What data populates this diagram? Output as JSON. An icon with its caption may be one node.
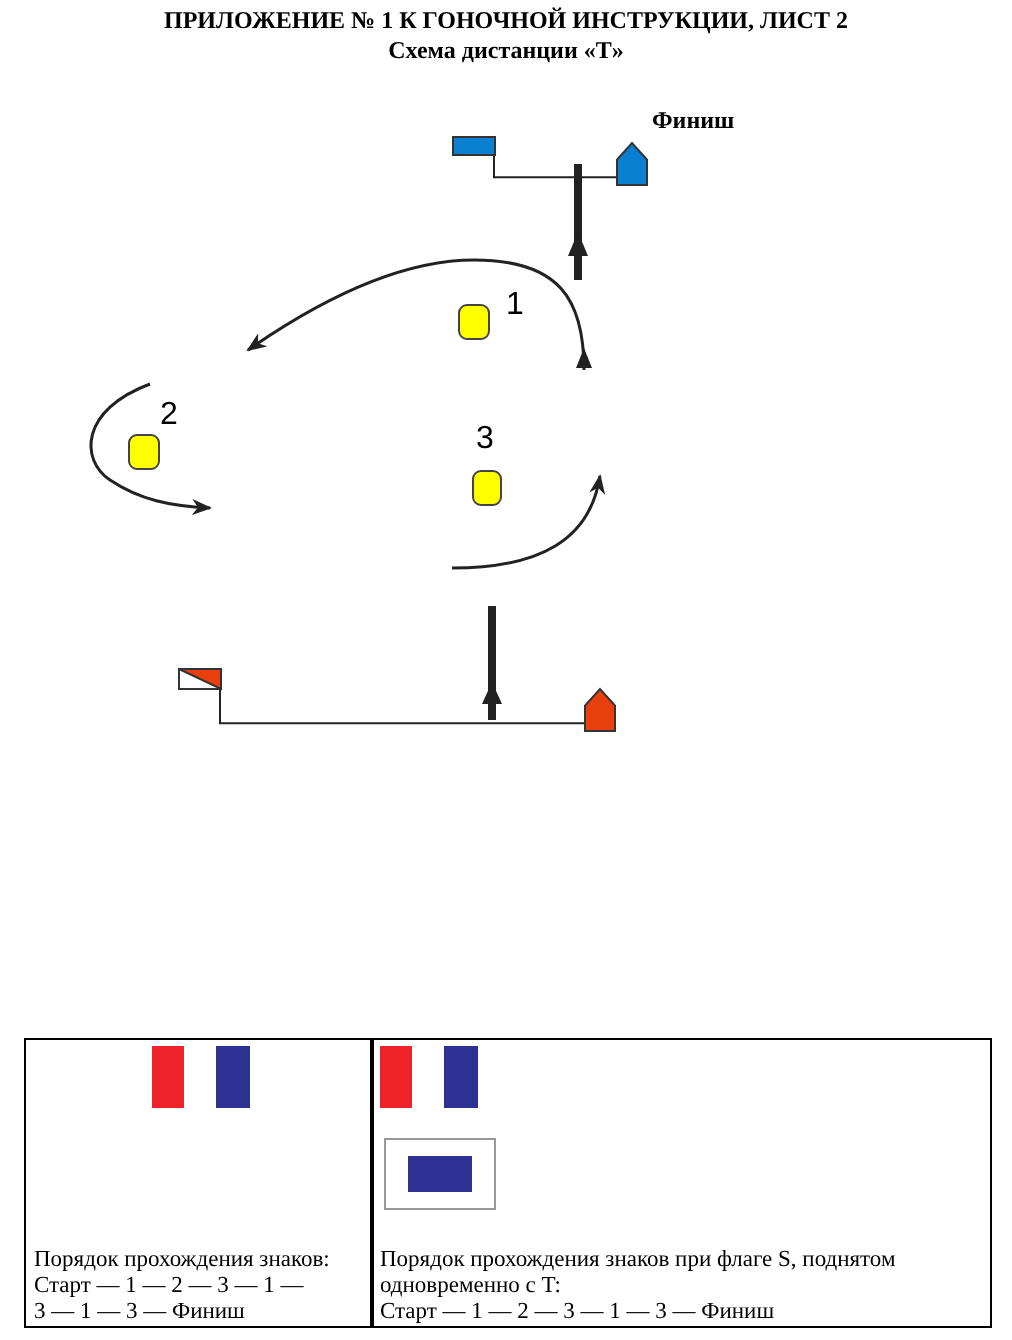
{
  "diagram": {
    "title": "ПРИЛОЖЕНИЕ № 1 К ГОНОЧНОЙ ИНСТРУКЦИИ, ЛИСТ 2",
    "nodes": [
      {
        "text": [],
        "shape": "flag"
      },
      {
        "text": [],
        "shape": "boat",
        "beside": [
          "Финиш"
        ]
      },
      {
        "text": [],
        "shape": "buoy",
        "beside": [
          "1"
        ]
      },
      {
        "text": [],
        "shape": "buoy",
        "beside": [
          "2"
        ]
      },
      {
        "text": [],
        "shape": "buoy",
        "beside": [
          "3"
        ]
      },
      {
        "text": [],
        "shape": "flag"
      },
      {
        "text": [],
        "shape": "boat"
      }
    ],
    "edges": [
      {
        "from": 0,
        "to": 1,
        "arrow": "none"
      },
      {
        "from": 5,
        "to": 6,
        "arrow": "none"
      }
    ],
    "labels": [
      "Схема дистанции «T»",
      "Порядок прохождения знаков:",
      "Старт — 1 — 2 — 3 — 1 — 3 — 1 — 3 — Финиш",
      "Порядок прохождения знаков при флаге S, поднятом одновременно с T:",
      "Старт — 1 — 2 — 3 — 1 — 3 — Финиш"
    ]
  }
}
